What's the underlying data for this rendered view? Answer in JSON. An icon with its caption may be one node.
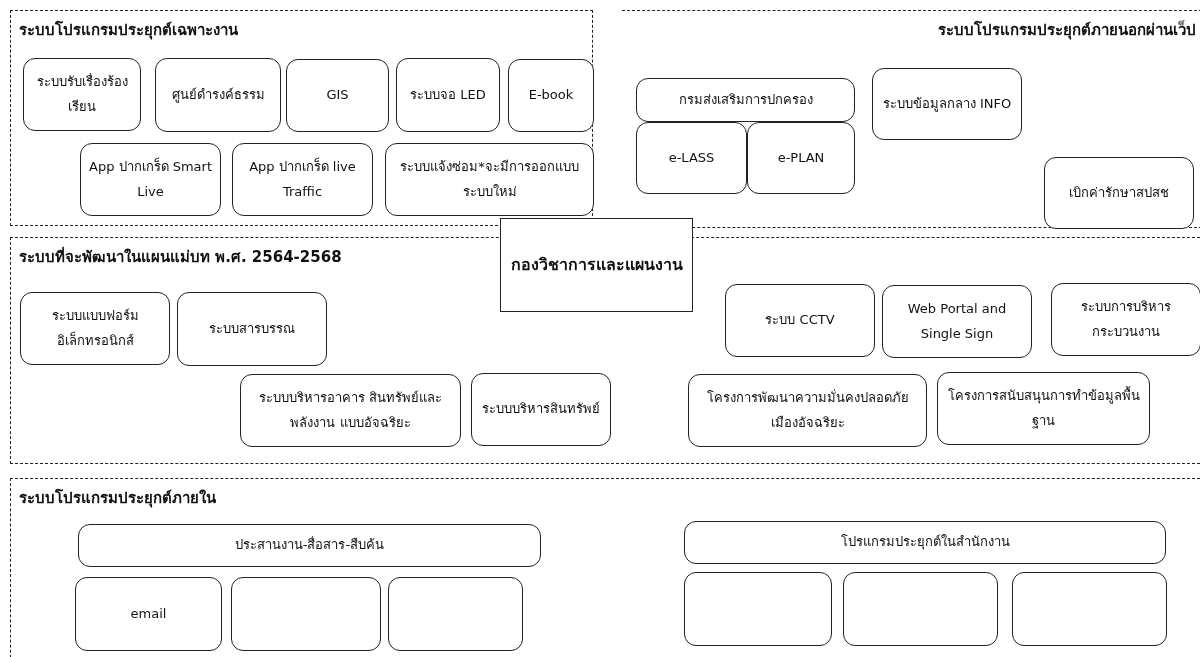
{
  "diagram": {
    "nodes": [
      {
        "text": [
          "ระบบโปรแกรมประยุกต์เฉพาะงาน"
        ]
      },
      {
        "text": [
          "ระบบรับเรื่องร้องเรียน"
        ],
        "in": 0
      },
      {
        "text": [
          "ศูนย์ดำรงค์ธรรม"
        ],
        "in": 0
      },
      {
        "text": [
          "GIS"
        ],
        "in": 0
      },
      {
        "text": [
          "ระบบจอ LED"
        ],
        "in": 0
      },
      {
        "text": [
          "E-book"
        ],
        "in": 0
      },
      {
        "text": [
          "App ปากเกร็ด Smart Live"
        ],
        "in": 0
      },
      {
        "text": [
          "App ปากเกร็ด live Traffic"
        ],
        "in": 0
      },
      {
        "text": [
          "ระบบแจ้งซ่อม*จะมีการออกแบบระบบใหม่"
        ],
        "in": 0
      },
      {
        "text": [
          "ระบบโปรแกรมประยุกต์ภายนอกผ่านเว็ป"
        ]
      },
      {
        "text": [
          "กรมส่งเสริมการปกครอง"
        ],
        "in": 9
      },
      {
        "text": [
          "e-LASS"
        ],
        "in": 9
      },
      {
        "text": [
          "e-PLAN"
        ],
        "in": 9
      },
      {
        "text": [
          "ระบบข้อมูลกลาง INFO"
        ],
        "in": 9
      },
      {
        "text": [
          "เบิกค่ารักษาสปสช"
        ],
        "in": 9
      },
      {
        "text": [
          "ระบบที่จะพัฒนาในแผนแม่บท พ.ศ. 2564-2568"
        ]
      },
      {
        "text": [
          "ระบบแบบฟอร์มอิเล็กทรอนิกส์"
        ],
        "in": 15
      },
      {
        "text": [
          "ระบบสารบรรณ"
        ],
        "in": 15
      },
      {
        "text": [
          "ระบบบริหารอาคาร สินทรัพย์และพลังงาน แบบอัจฉริยะ"
        ],
        "in": 15
      },
      {
        "text": [
          "ระบบบริหารสินทรัพย์"
        ],
        "in": 15
      },
      {
        "text": [
          "ระบบ CCTV"
        ],
        "in": 15
      },
      {
        "text": [
          "Web Portal and Single Sign"
        ],
        "in": 15
      },
      {
        "text": [
          "ระบบการบริหารกระบวนงาน"
        ],
        "in": 15
      },
      {
        "text": [
          "โครงการพัฒนาความมั่นคงปลอดภัยเมืองอัจฉริยะ"
        ],
        "in": 15
      },
      {
        "text": [
          "โครงการสนับสนุนการทำข้อมูลพื้นฐาน"
        ],
        "in": 15
      },
      {
        "text": [
          "ระบบโปรแกรมประยุกต์ภายใน"
        ]
      },
      {
        "text": [
          "ประสานงาน-สื่อสาร-สืบค้น"
        ],
        "in": 25
      },
      {
        "text": [
          "email"
        ],
        "in": 25
      },
      {
        "text": [],
        "shape": "box",
        "in": 25
      },
      {
        "text": [],
        "shape": "box",
        "in": 25
      },
      {
        "text": [
          "โปรแกรมประยุกต์ในสำนักงาน"
        ],
        "in": 25
      },
      {
        "text": [],
        "shape": "box",
        "in": 25
      },
      {
        "text": [],
        "shape": "box",
        "in": 25
      },
      {
        "text": [],
        "shape": "box",
        "in": 25
      },
      {
        "text": [
          "กองวิชาการและแผนงาน"
        ]
      }
    ]
  }
}
